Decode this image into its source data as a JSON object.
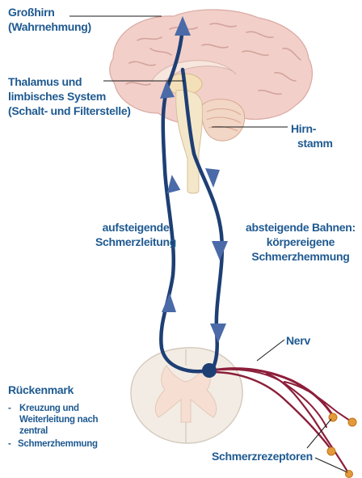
{
  "labels": {
    "grosshirn": [
      "Großhirn",
      "(Wahrnehmung)"
    ],
    "thalamus": [
      "Thalamus und",
      "limbisches System",
      "(Schalt- und Filterstelle)"
    ],
    "hirnstamm": [
      "Hirn-",
      "stamm"
    ],
    "aufsteigend": [
      "aufsteigende",
      "Schmerzleitung"
    ],
    "absteigend": [
      "absteigende Bahnen:",
      "körpereigene",
      "Schmerzhemmung"
    ],
    "nerv": "Nerv",
    "rueckenmark": "Rückenmark",
    "rueckenmark_list": [
      {
        "bullet": "-",
        "lines": [
          "Kreuzung und",
          "Weiterleitung nach",
          "zentral"
        ]
      },
      {
        "bullet": "-",
        "lines": [
          "Schmerzhemmung"
        ]
      }
    ],
    "schmerzrezeptoren": "Schmerzrezeptoren"
  },
  "colors": {
    "label_text": "#1f5a91",
    "pathway_dark": "#1e3f74",
    "pathway_arrow": "#4a6aa8",
    "nerve": "#8c1e3a",
    "receptor": "#e39a3a",
    "brain": "#f2cfc9",
    "spinal_cord": "#f2ece4"
  }
}
